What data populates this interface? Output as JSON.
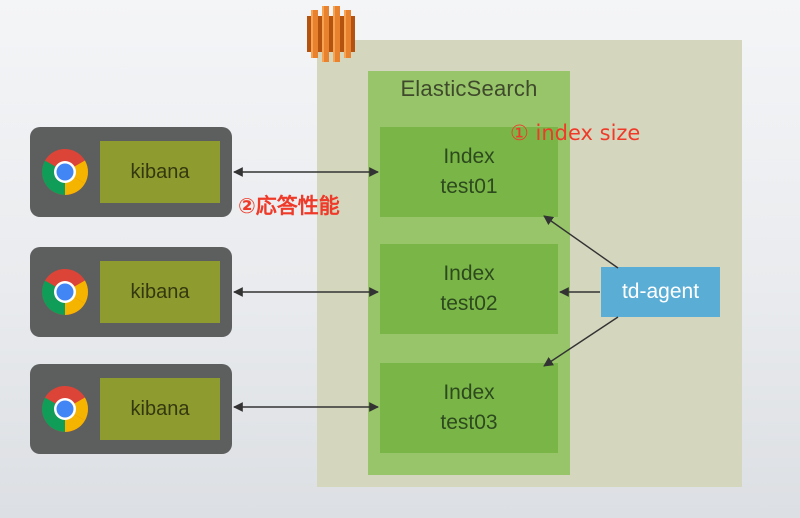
{
  "cluster": {
    "title": "ElasticSearch",
    "indices": [
      {
        "line1": "Index",
        "line2": "test01"
      },
      {
        "line1": "Index",
        "line2": "test02"
      },
      {
        "line1": "Index",
        "line2": "test03"
      }
    ]
  },
  "clients": [
    {
      "label": "kibana"
    },
    {
      "label": "kibana"
    },
    {
      "label": "kibana"
    }
  ],
  "agent": {
    "label": "td-agent"
  },
  "annotations": {
    "index_size": "① index size",
    "response": "②応答性能"
  },
  "colors": {
    "server_bg": "#d5d6be",
    "cluster_bg": "#98c56a",
    "index_bg": "#7ab647",
    "client_bg": "#5c5f5e",
    "kibana_bg": "#8e9c2f",
    "agent_bg": "#5aaed6",
    "annotation": "#ef3a2a"
  },
  "icons": {
    "server": "aws-ec2-icon",
    "browser": "chrome-icon"
  }
}
